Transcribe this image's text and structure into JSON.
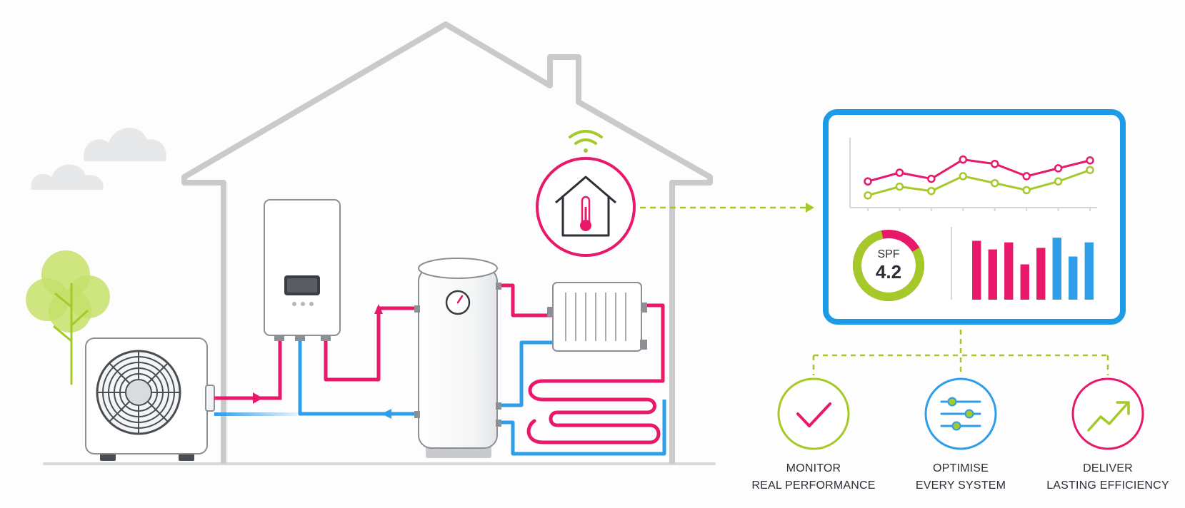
{
  "colors": {
    "house_outline": "#c9cacc",
    "flow_hot": "#e8196b",
    "flow_cold": "#2e9ee8",
    "accent_green": "#a4c928",
    "dashboard_frame": "#1e9be6",
    "text_dark": "#2b2f36",
    "cloud": "#e7e8ea",
    "tree": "#c5e06a"
  },
  "icons": {
    "wifi": "wifi-icon",
    "smart_thermostat": "house-thermometer-icon",
    "outdoor_unit": "heat-pump-fan-icon",
    "indoor_controller": "indoor-controller-icon",
    "cylinder": "hot-water-cylinder-icon",
    "radiator": "radiator-icon",
    "underfloor": "underfloor-heating-icon",
    "monitor": "checkmark-icon",
    "optimise": "sliders-icon",
    "deliver": "trend-up-icon"
  },
  "dashboard": {
    "gauge_label": "SPF",
    "gauge_value": "4.2",
    "gauge_fraction": 0.8,
    "line_chart": {
      "series": [
        {
          "color": "#e8196b",
          "values": [
            3,
            4,
            3.3,
            5.5,
            5,
            3.6,
            4.5,
            5.4
          ]
        },
        {
          "color": "#a4c928",
          "values": [
            1.4,
            2.4,
            1.9,
            3.6,
            2.8,
            2,
            3,
            4.3
          ]
        }
      ],
      "ylim": [
        0,
        8
      ]
    },
    "bar_chart": {
      "values": [
        0.75,
        0.64,
        0.73,
        0.45,
        0.66,
        0.79,
        0.55,
        0.73
      ],
      "colors": [
        "#e8196b",
        "#e8196b",
        "#e8196b",
        "#e8196b",
        "#e8196b",
        "#2e9ee8",
        "#2e9ee8",
        "#2e9ee8"
      ]
    }
  },
  "pillars": [
    {
      "icon": "checkmark-icon",
      "line1": "MONITOR",
      "line2": "REAL PERFORMANCE"
    },
    {
      "icon": "sliders-icon",
      "line1": "OPTIMISE",
      "line2": "EVERY SYSTEM"
    },
    {
      "icon": "trend-up-icon",
      "line1": "DELIVER",
      "line2": "LASTING EFFICIENCY"
    }
  ]
}
